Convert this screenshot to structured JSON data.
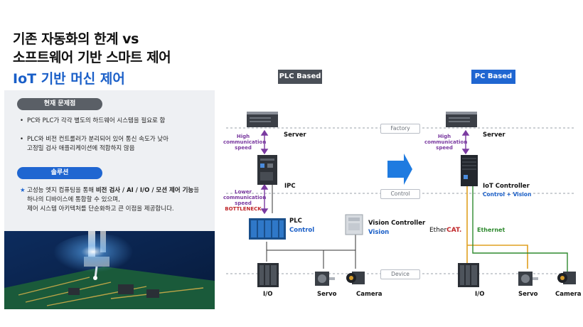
{
  "title": {
    "line1": "기존 자동화의 한계 vs",
    "line2": "소프트웨어 기반 스마트 제어",
    "line3": "IoT 기반 머신 제어"
  },
  "panel": {
    "problem_label": "현재 문제점",
    "problems": [
      "PC와 PLC가 각각 별도의 하드웨어 시스템을 필요로 함",
      "PLC와 비전 컨트롤러가 분리되어 있어 통신 속도가 낮아",
      "고정밀 검사 애플리케이션에 적합하지 않음"
    ],
    "solution_label": "솔루션",
    "solution_lines": [
      "고성능 엣지 컴퓨팅을 통해",
      "비전 검사 / AI / I/O / 모션 제어 기능",
      "을",
      "하나의 디바이스에 통합할 수 있으며,",
      "제어 시스템 아키텍처를 단순화하고 큰 이점을 제공합니다."
    ]
  },
  "diagram": {
    "plc_header": "PLC Based",
    "pc_header": "PC Based",
    "zones": {
      "factory": "Factory",
      "control": "Control",
      "device": "Device"
    },
    "left": {
      "server": "Server",
      "high_speed": [
        "High",
        "communication",
        "speed"
      ],
      "ipc": "IPC",
      "low_speed": [
        "Lower",
        "communication",
        "speed"
      ],
      "bottleneck": "BOTTLENECK",
      "plc": "PLC",
      "plc_sub": "Control",
      "vision": "Vision Controller",
      "vision_sub": "Vision",
      "io": "I/O",
      "servo": "Servo",
      "camera": "Camera"
    },
    "right": {
      "server": "Server",
      "high_speed": [
        "High",
        "communication",
        "speed"
      ],
      "iot": "IoT Controller",
      "iot_sub": "Control + Vision",
      "ethercat_a": "Ether",
      "ethercat_b": "CAT.",
      "ethernet": "Ethernet",
      "io": "I/O",
      "servo": "Servo",
      "camera": "Camera"
    }
  },
  "colors": {
    "accent_blue": "#1f66d1",
    "header_dark": "#4a4f57",
    "purple": "#7a3aa0",
    "ethercat_line": "#e0a020",
    "ethernet_line": "#2f8a2f"
  }
}
